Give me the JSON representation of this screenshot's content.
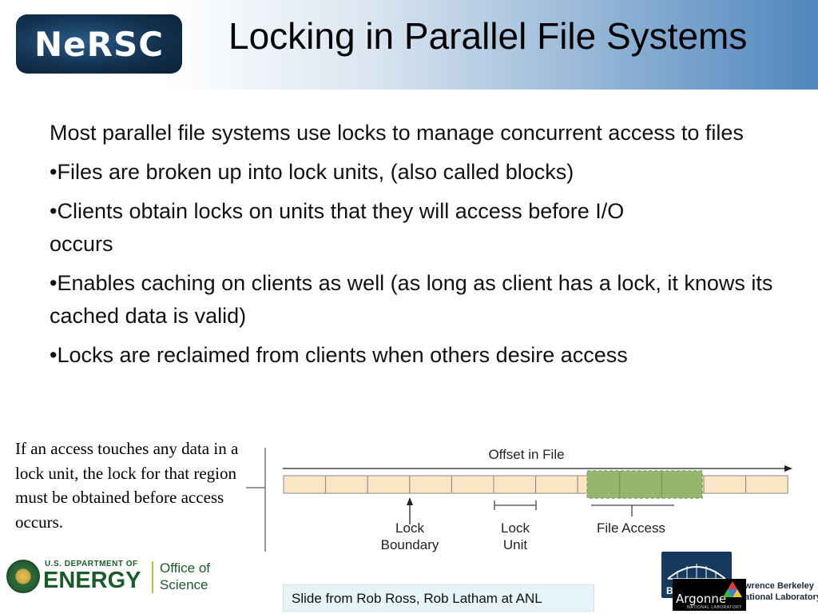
{
  "header": {
    "logo_text": "NeRSC",
    "title": "Locking in Parallel File Systems"
  },
  "body": {
    "intro": "Most parallel file systems use locks to manage concurrent access to files",
    "bullets": [
      "•Files are broken up into lock units, (also called blocks)",
      "•Clients obtain locks on units that they will access before I/O occurs",
      "•Enables caching on clients as well (as long as client has a lock, it knows its cached data is valid)",
      "•Locks are reclaimed from clients when others desire access"
    ]
  },
  "side_note": "If an access touches any data in a lock unit, the lock for that region must be obtained before access occurs.",
  "diagram": {
    "axis_label": "Offset in File",
    "unit_count": 12,
    "access_units": [
      8,
      9,
      10
    ],
    "labels": {
      "lock_boundary_1": "Lock",
      "lock_boundary_2": "Boundary",
      "lock_unit_1": "Lock",
      "lock_unit_2": "Unit",
      "file_access": "File Access"
    },
    "colors": {
      "unit_fill": "#fbe6c4",
      "access_fill": "#8fb568"
    }
  },
  "footer": {
    "doe_small": "U.S. DEPARTMENT OF",
    "doe_energy": "ENERGY",
    "doe_office": "Office of Science",
    "credit": "Slide from Rob Ross, Rob Latham at ANL",
    "lbl_partial": "BI",
    "lbl_line1": "wrence Berkeley",
    "lbl_line2": "ational Laboratory",
    "argonne": "Argonne",
    "argonne_sub": "NATIONAL LABORATORY"
  }
}
